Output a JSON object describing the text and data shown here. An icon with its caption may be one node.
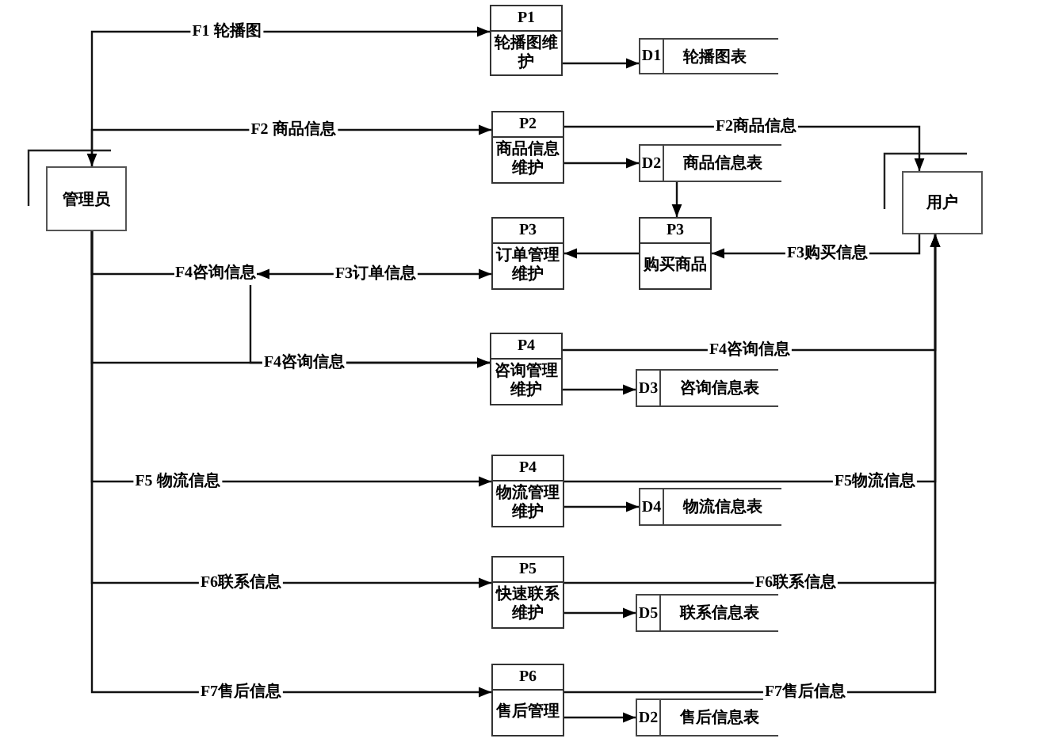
{
  "diagram": {
    "nodes": [
      {
        "text": [
          "管理员"
        ]
      },
      {
        "text": [
          "P1",
          "轮播图维护"
        ]
      },
      {
        "text": [
          "D1",
          "轮播图表"
        ]
      },
      {
        "text": [
          "P2",
          "商品信息维护"
        ]
      },
      {
        "text": [
          "D2",
          "商品信息表"
        ]
      },
      {
        "text": [
          "用户"
        ]
      },
      {
        "text": [
          "P3",
          "订单管理维护"
        ]
      },
      {
        "text": [
          "P3",
          "购买商品"
        ]
      },
      {
        "text": [
          "P4",
          "咨询管理维护"
        ]
      },
      {
        "text": [
          "D3",
          "咨询信息表"
        ]
      },
      {
        "text": [
          "P4",
          "物流管理维护"
        ]
      },
      {
        "text": [
          "D4",
          "物流信息表"
        ]
      },
      {
        "text": [
          "P5",
          "快速联系维护"
        ]
      },
      {
        "text": [
          "D5",
          "联系信息表"
        ]
      },
      {
        "text": [
          "P6",
          "售后管理"
        ]
      },
      {
        "text": [
          "D2",
          "售后信息表"
        ]
      },
      {
        "text": [
          "F4咨询信息"
        ]
      }
    ],
    "edges": [
      {
        "from": 0,
        "to": 1,
        "arrow": "to",
        "label": "F1 轮播图"
      },
      {
        "from": 0,
        "to": 3,
        "arrow": "both",
        "label": "F2 商品信息"
      },
      {
        "from": 0,
        "to": 16,
        "arrow": "none"
      },
      {
        "from": 16,
        "to": 6,
        "arrow": "both",
        "label": "F3订单信息"
      },
      {
        "from": 16,
        "to": 8,
        "arrow": "to"
      },
      {
        "from": 0,
        "to": 8,
        "arrow": "to",
        "label": "F4咨询信息"
      },
      {
        "from": 0,
        "to": 10,
        "arrow": "to",
        "label": "F5 物流信息"
      },
      {
        "from": 0,
        "to": 12,
        "arrow": "to",
        "label": "F6联系信息"
      },
      {
        "from": 0,
        "to": 14,
        "arrow": "to",
        "label": "F7售后信息"
      },
      {
        "from": 1,
        "to": 2,
        "arrow": "to"
      },
      {
        "from": 3,
        "to": 4,
        "arrow": "to"
      },
      {
        "from": 3,
        "to": 5,
        "arrow": "to",
        "label": "F2商品信息"
      },
      {
        "from": 4,
        "to": 7,
        "arrow": "to"
      },
      {
        "from": 5,
        "to": 7,
        "arrow": "to",
        "label": "F3购买信息"
      },
      {
        "from": 7,
        "to": 6,
        "arrow": "to"
      },
      {
        "from": 8,
        "to": 9,
        "arrow": "to"
      },
      {
        "from": 8,
        "to": 5,
        "arrow": "to",
        "label": "F4咨询信息"
      },
      {
        "from": 10,
        "to": 11,
        "arrow": "to"
      },
      {
        "from": 10,
        "to": 5,
        "arrow": "to",
        "label": "F5物流信息"
      },
      {
        "from": 12,
        "to": 13,
        "arrow": "to"
      },
      {
        "from": 12,
        "to": 5,
        "arrow": "to",
        "label": "F6联系信息"
      },
      {
        "from": 14,
        "to": 15,
        "arrow": "to"
      },
      {
        "from": 14,
        "to": 5,
        "arrow": "to",
        "label": "F7售后信息"
      }
    ]
  }
}
